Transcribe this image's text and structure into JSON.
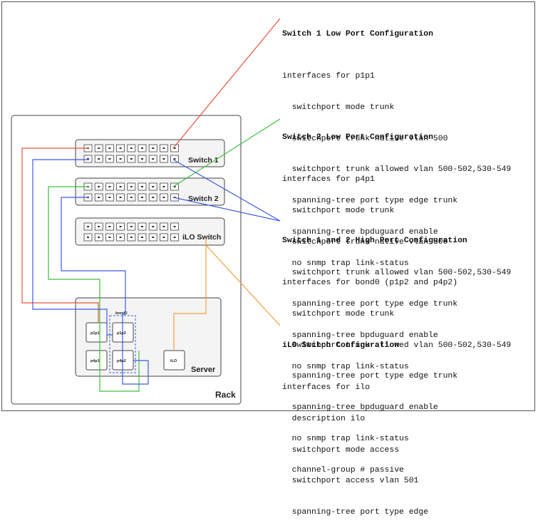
{
  "rack": {
    "label": "Rack",
    "switches": [
      {
        "label": "Switch 1"
      },
      {
        "label": "Switch 2"
      },
      {
        "label": "iLO Switch"
      }
    ],
    "server": {
      "label": "Server",
      "bond_label": "bond0",
      "ports": [
        "p1p1",
        "p1p2",
        "p4p1",
        "p4p2"
      ],
      "ilo_label": "iLO"
    }
  },
  "line_colors": {
    "switch1_low": "#e8533a",
    "switch2_low": "#3dbf3d",
    "high": "#3f5be0",
    "ilo": "#f0a040"
  },
  "configs": [
    {
      "title": "Switch 1 Low Port Configuration",
      "lines": [
        "interfaces for p1p1",
        "  switchport mode trunk",
        "  switchport trunk native vlan 500",
        "  switchport trunk allowed vlan 500-502,530-549",
        "  spanning-tree port type edge trunk",
        "  spanning-tree bpduguard enable",
        "  no snmp trap link-status"
      ]
    },
    {
      "title": "Switch 2 Low Port Configuration",
      "lines": [
        "interfaces for p4p1",
        "  switchport mode trunk",
        "  switchport trunk native vlan 500",
        "  switchport trunk allowed vlan 500-502,530-549",
        "  spanning-tree port type edge trunk",
        "  spanning-tree bpduguard enable",
        "  no snmp trap link-status"
      ]
    },
    {
      "title": "Switch 1 and 2 High Port Configuration",
      "lines": [
        "interfaces for bond0 (p1p2 and p4p2)",
        "  switchport mode trunk",
        "  switchport trunk allowed vlan 500-502,530-549",
        "  spanning-tree port type edge trunk",
        "  spanning-tree bpduguard enable",
        "  no snmp trap link-status",
        "  channel-group # passive"
      ]
    },
    {
      "title": "iLO Switch Configuration",
      "lines": [
        "interfaces for ilo",
        "  description ilo",
        "  switchport mode access",
        "  switchport access vlan 501",
        "  spanning-tree port type edge"
      ]
    }
  ]
}
